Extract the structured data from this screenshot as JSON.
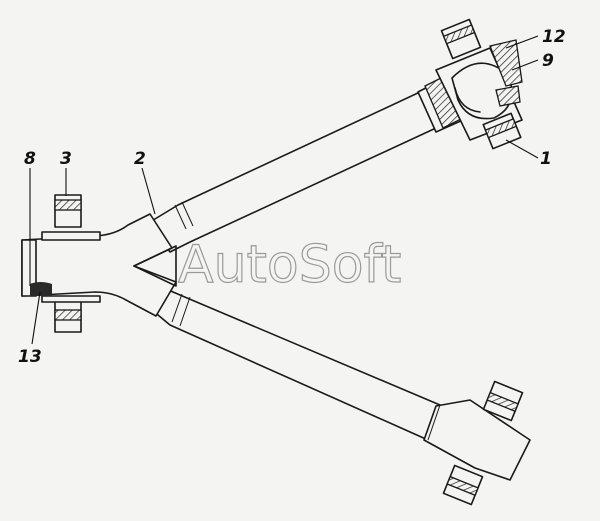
{
  "watermark": "AutoSoft",
  "callouts": {
    "c1": "1",
    "c2": "2",
    "c3": "3",
    "c8": "8",
    "c9": "9",
    "c12": "12",
    "c13": "13"
  }
}
